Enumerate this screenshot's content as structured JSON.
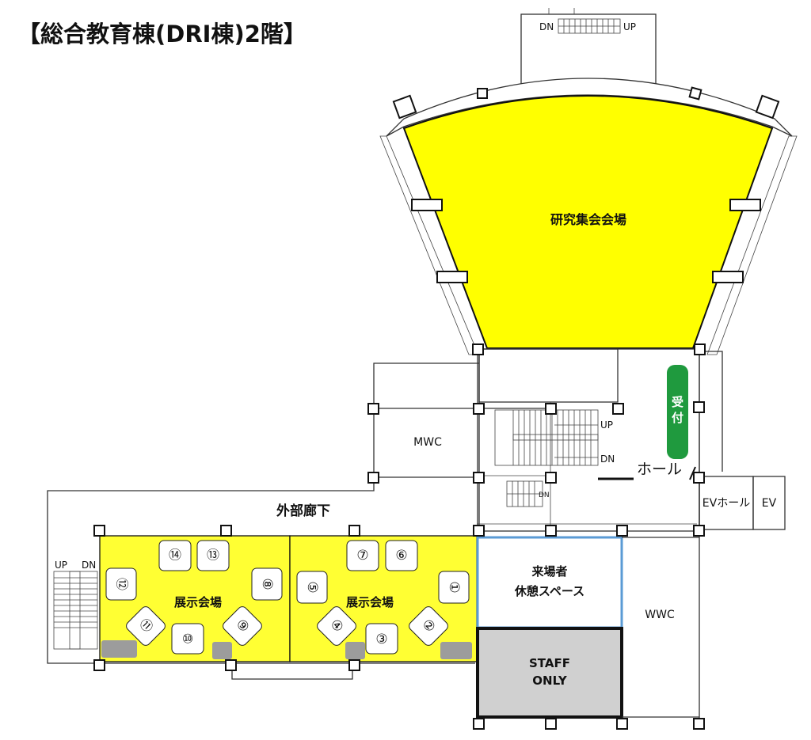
{
  "title": "【総合教育棟(DRI棟)2階】",
  "rooms": {
    "research_hall": "研究集会会場",
    "exhibition_left": "展示会場",
    "exhibition_right": "展示会場",
    "rest_space_line1": "来場者",
    "rest_space_line2": "休憩スペース",
    "staff_line1": "STAFF",
    "staff_line2": "ONLY",
    "mwc": "MWC",
    "wwc": "WWC",
    "hall": "ホール",
    "reception_line1": "受",
    "reception_line2": "付",
    "ev_hall": "EVホール",
    "ev": "EV",
    "corridor": "外部廊下"
  },
  "stairs": {
    "top_dn": "DN",
    "top_up": "UP",
    "center_up": "UP",
    "center_dn": "DN",
    "center_dn_small": "DN",
    "left_up": "UP",
    "left_dn": "DN"
  },
  "booths": [
    "①",
    "②",
    "③",
    "④",
    "⑤",
    "⑥",
    "⑦",
    "⑧",
    "⑨",
    "⑩",
    "⑪",
    "⑫",
    "⑬",
    "⑭"
  ],
  "colors": {
    "exhibit_yellow": "#ffff33",
    "hall_yellow": "#ffff00",
    "reception_green": "#1f9a3e",
    "rest_border": "#5b9bd5",
    "staff_gray": "#d0d0d0"
  }
}
